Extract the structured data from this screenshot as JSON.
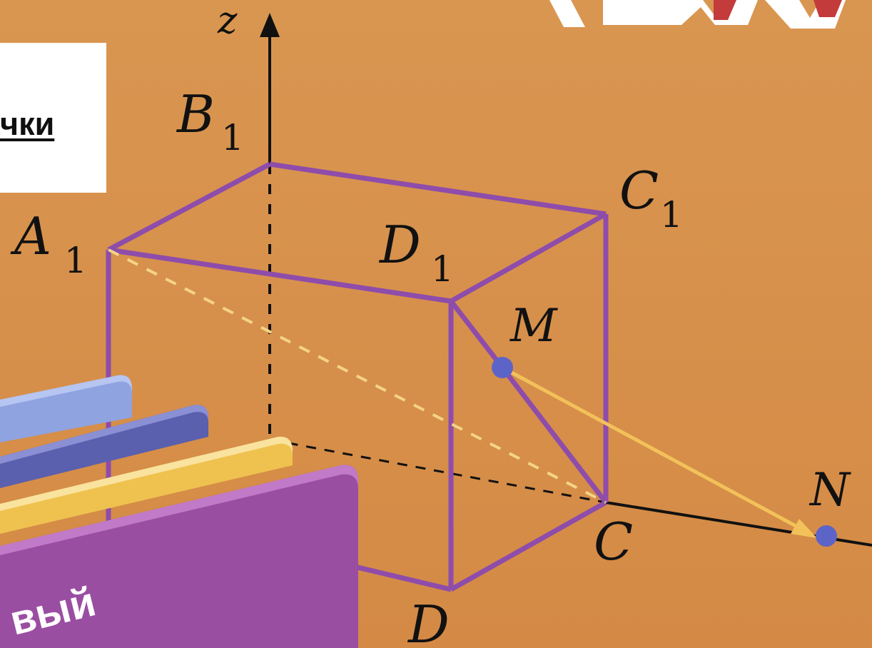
{
  "diagram": {
    "panel_text": "чки",
    "axis_label": "z",
    "vertices": {
      "A1": {
        "letter": "A",
        "sub": "1"
      },
      "B1": {
        "letter": "B",
        "sub": "1"
      },
      "C1": {
        "letter": "C",
        "sub": "1"
      },
      "D1": {
        "letter": "D",
        "sub": "1"
      },
      "C": {
        "letter": "C",
        "sub": ""
      },
      "D": {
        "letter": "D",
        "sub": ""
      }
    },
    "points": {
      "M": "M",
      "N": "N"
    },
    "cards": {
      "front_text": "вый"
    },
    "colors": {
      "background": "#d8914c",
      "edge": "#8e4cab",
      "point": "#5d64c8",
      "vector": "#f2c15a",
      "card_blue_light": "#8fa3e0",
      "card_blue_dark": "#5a5fae",
      "card_yellow": "#efc24f",
      "card_purple": "#9a4ea2",
      "banner": "#ffffff"
    }
  }
}
